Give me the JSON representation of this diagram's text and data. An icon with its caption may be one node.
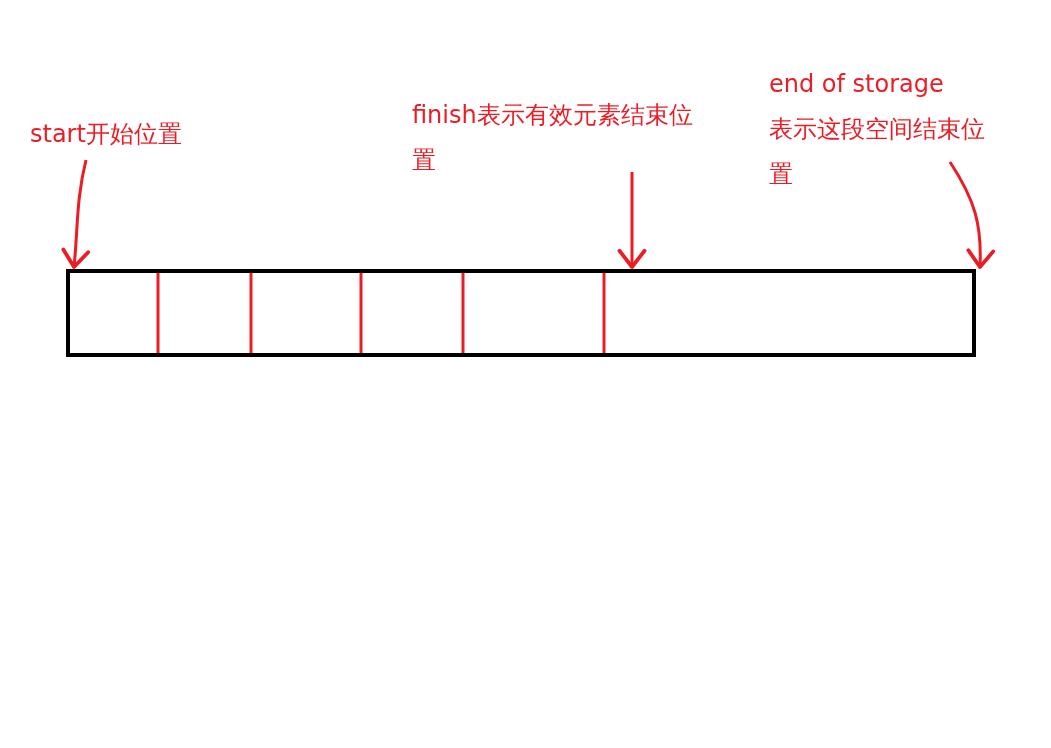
{
  "diagram": {
    "nodes": [
      {
        "text": [
          "start开始位置"
        ]
      },
      {
        "text": [
          "finish表示有效元素结束位置"
        ]
      },
      {
        "text": [
          "end of storage",
          "表示这段空间结束位置"
        ]
      },
      {
        "text": [],
        "shape": "bar"
      }
    ],
    "edges": [
      {
        "from": 0,
        "to": 3,
        "arrow": "to"
      },
      {
        "from": 1,
        "to": 3,
        "arrow": "to"
      },
      {
        "from": 2,
        "to": 3,
        "arrow": "to"
      }
    ]
  }
}
